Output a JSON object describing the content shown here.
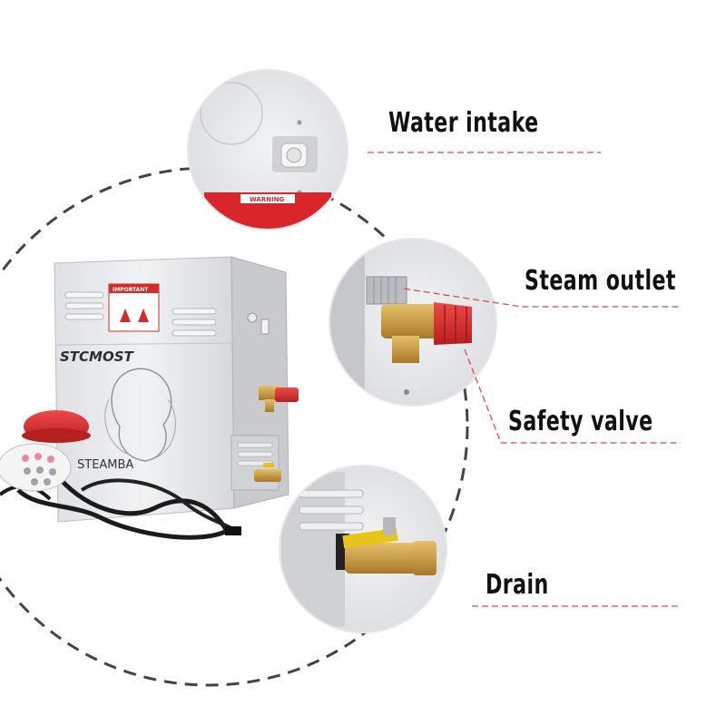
{
  "labels": {
    "water_intake": "Water intake",
    "steam_outlet": "Steam outlet",
    "safety_valve": "Safety valve",
    "drain": "Drain"
  },
  "unit_text": {
    "brand": "STCMOST",
    "model": "STEAMBA",
    "sticker_title": "IMPORTANT",
    "warning_title": "WARNING"
  },
  "colors": {
    "leader_line": "#d94a4a",
    "dashed_circle": "#444444",
    "valve_red": "#d42a2a",
    "brass": "#c89a3a",
    "body": "#e9eaec"
  }
}
